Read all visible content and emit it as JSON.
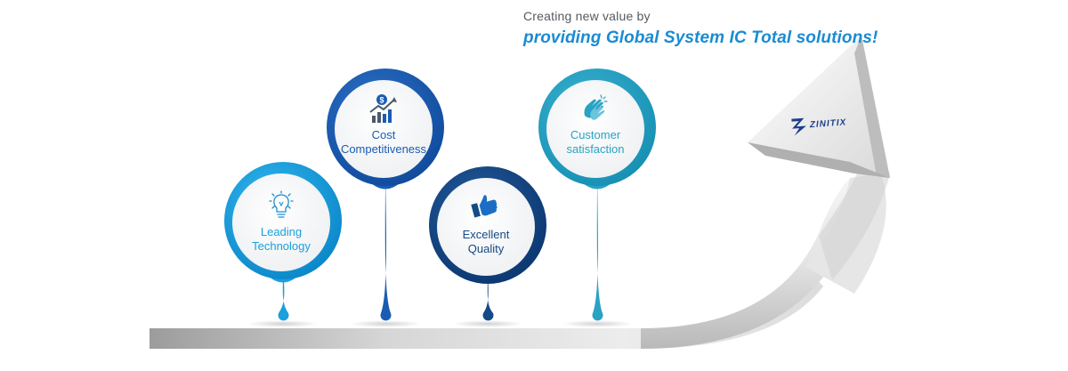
{
  "headline": {
    "subtitle": "Creating new value by",
    "title": "providing Global System IC Total solutions!"
  },
  "pins": [
    {
      "label_line1": "Leading",
      "label_line2": "Technology",
      "icon": "lightbulb-icon",
      "color": "#1aa0dd"
    },
    {
      "label_line1": "Cost",
      "label_line2": "Competitiveness",
      "icon": "dollar-chart-icon",
      "color": "#1a5cb3"
    },
    {
      "label_line1": "Excellent",
      "label_line2": "Quality",
      "icon": "thumbs-up-icon",
      "color": "#144a86"
    },
    {
      "label_line1": "Customer",
      "label_line2": "satisfaction",
      "icon": "clapping-hands-icon",
      "color": "#2aa2c4"
    }
  ],
  "logo": {
    "text": "ZINITIX",
    "icon": "zinitix-logo-icon",
    "color": "#1d3f8c"
  },
  "colors": {
    "arrow_light": "#f2f2f2",
    "arrow_dark": "#b5b5b5",
    "text_blue": "#1a8bd2"
  }
}
